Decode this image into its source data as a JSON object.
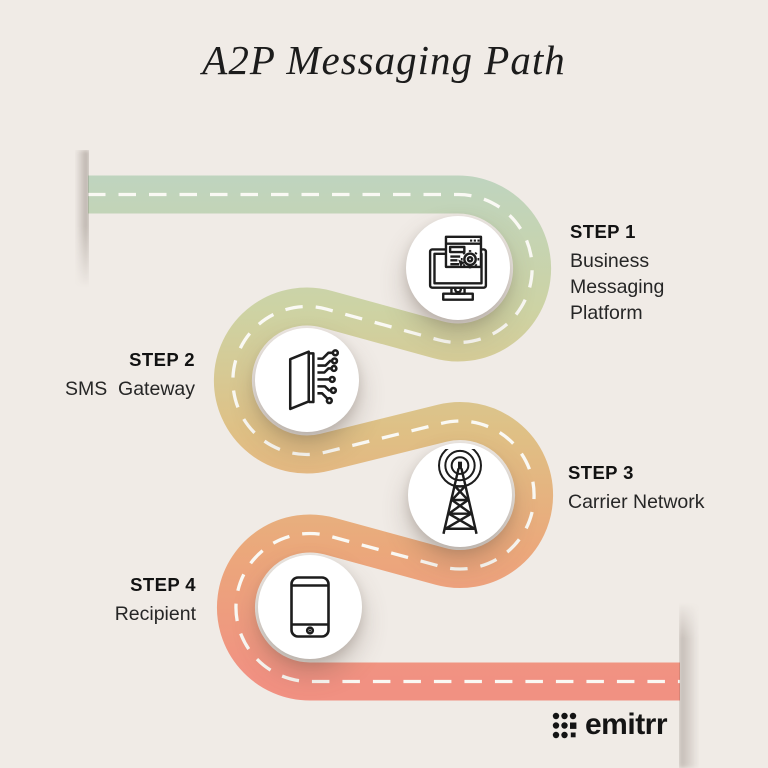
{
  "title": "A2P Messaging Path",
  "steps": [
    {
      "label": "STEP 1",
      "description": "Business\nMessaging\nPlatform",
      "icon": "monitor-gear-icon"
    },
    {
      "label": "STEP 2",
      "description": "SMS  Gateway",
      "icon": "gateway-door-circuit-icon"
    },
    {
      "label": "STEP 3",
      "description": "Carrier Network",
      "icon": "antenna-tower-icon"
    },
    {
      "label": "STEP 4",
      "description": "Recipient",
      "icon": "smartphone-icon"
    }
  ],
  "brand": {
    "name": "emitrr",
    "icon": "emitrr-dot-grid-logo"
  },
  "colors": {
    "background": "#f0ebe6",
    "road_gradient": [
      "#bed4c0",
      "#cdd3a4",
      "#dfc085",
      "#eba87b",
      "#f19182"
    ],
    "dash": "#faf9f4",
    "line_art": "#1d1d1d",
    "text": "#1b1b1b"
  }
}
